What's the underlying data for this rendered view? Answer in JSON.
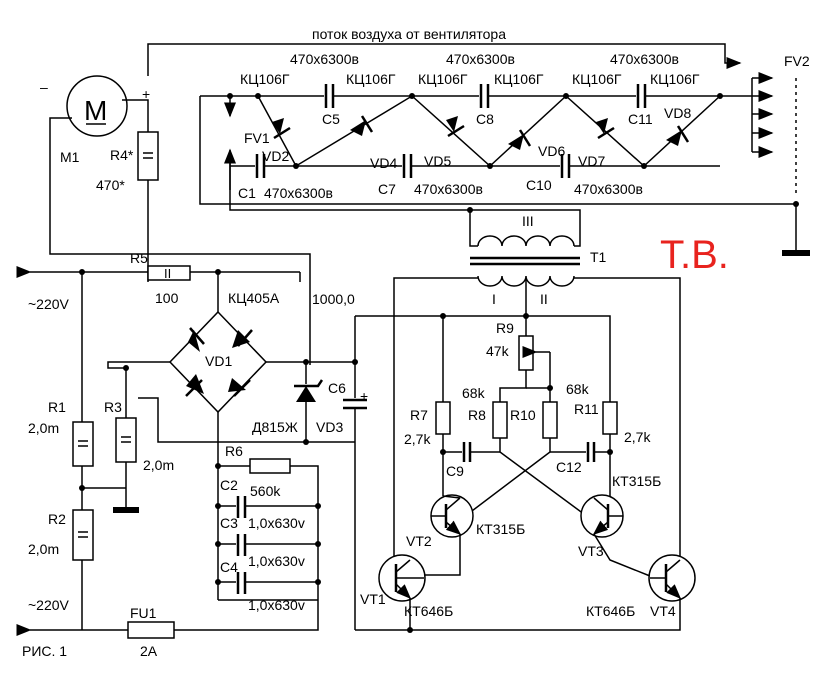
{
  "airflow": "поток воздуха от вентилятора",
  "fan": {
    "name": "M1",
    "symbol": "M",
    "minus": "–",
    "plus": "+"
  },
  "labels": {
    "mains_top": "~220V",
    "mains_bottom": "~220V",
    "figure": "РИС. 1",
    "author": "Т.В."
  },
  "parts": {
    "R4": "R4*",
    "R4v": "470*",
    "R5": "R5",
    "R5v": "100",
    "R5mark": "II",
    "bridge": "КЦ405А",
    "VD1": "VD1",
    "C6v": "1000,0",
    "C6": "C6",
    "plus": "+",
    "VD3t": "Д815Ж",
    "VD3": "VD3",
    "R1": "R1",
    "R1v": "2,0m",
    "R2": "R2",
    "R2v": "2,0m",
    "R3": "R3",
    "R3v": "2,0m",
    "R6": "R6",
    "R6v": "560k",
    "C2": "C2",
    "C3": "C3",
    "C4": "C4",
    "C2v": "1,0x630v",
    "C3v": "1,0x630v",
    "C4v": "1,0x630v",
    "FU1": "FU1",
    "FU1v": "2A",
    "T1": "T1",
    "wI": "I",
    "wII": "II",
    "wIII": "III",
    "R9": "R9",
    "R9v": "47k",
    "R8v": "68k",
    "R10v": "68k",
    "R7": "R7",
    "R7v": "2,7k",
    "R8": "R8",
    "R10": "R10",
    "R11": "R11",
    "R11v": "2,7k",
    "C9": "C9",
    "C12": "C12",
    "VT2": "VT2",
    "VT2t": "КТ315Б",
    "VT3": "VT3",
    "VT3t": "КТ315Б",
    "VT1": "VT1",
    "VT1t": "КТ646Б",
    "VT4": "VT4",
    "VT4t": "КТ646Б",
    "FV1": "FV1",
    "FV2": "FV2",
    "mult": {
      "top": [
        "470x6300в",
        "470x6300в",
        "470x6300в"
      ],
      "caps_top": [
        "C5",
        "C8",
        "C11"
      ],
      "diodes": [
        "КЦ106Г",
        "КЦ106Г",
        "КЦ106Г",
        "КЦ106Г",
        "КЦ106Г",
        "КЦ106Г"
      ],
      "vd": [
        "VD2",
        "VD4",
        "VD5",
        "VD6",
        "VD7",
        "VD8"
      ],
      "caps_bot": [
        "C1",
        "C7",
        "C10"
      ],
      "bot": [
        "470x6300в",
        "470x6300в",
        "470x6300в"
      ]
    }
  }
}
